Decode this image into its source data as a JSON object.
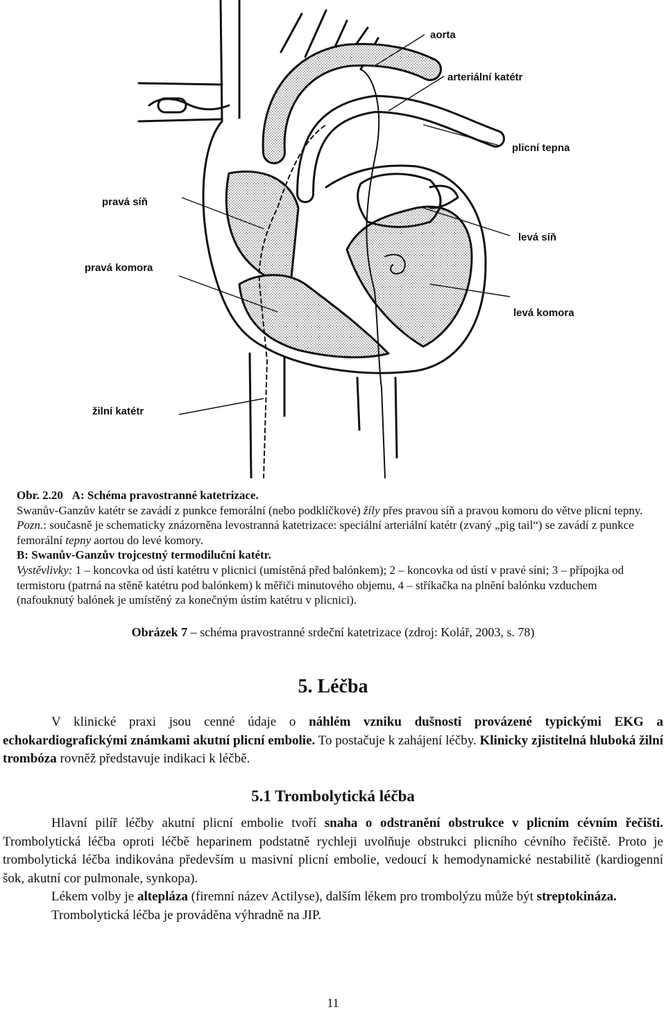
{
  "figure": {
    "labels": {
      "aorta": "aorta",
      "arterial_catheter": "arteriální katétr",
      "pulmonary_artery": "plicní tepna",
      "right_atrium": "pravá síň",
      "left_atrium": "levá síň",
      "right_ventricle": "pravá komora",
      "left_ventricle": "levá komora",
      "venous_catheter": "žilní katétr"
    },
    "caption": {
      "l1_label": "Obr. 2.20",
      "l1_text": "A: Schéma pravostranné katetrizace.",
      "l2a": "Swanův-Ganzův katétr se zavádí z punkce femorální (nebo podklíčkové) ",
      "l2_it": "žíly",
      "l2b": " přes pravou síň a pravou komoru do větve plicní tepny. ",
      "pozn": "Pozn.",
      "l3a": ": současně je schematicky znázorněna levostranná katetrizace: speciální arteriální katétr (zvaný „pig tail“) se zavádí z punkce femorální ",
      "l3_it": "tepny",
      "l3b": " aortou do levé komory.",
      "l4": "B: Swanův-Ganzův trojcestný termodiluční katétr.",
      "l5_it": "Vystěvlivky:",
      "l5": " 1 – koncovka od ústí katétru v plicnici (umístěná před balónkem); 2 – koncovka od ústí v pravé síni; 3 – přípojka od termistoru (patrná na stěně katétru pod balónkem) k měřiči minutového objemu, 4 – stříkačka na plnění balónku vzduchem (nafouknutý balónek je umístěný za konečným ústím katétru v plicnici)."
    }
  },
  "image_caption": {
    "label": "Obrázek 7",
    "text": " – schéma pravostranné srdeční katetrizace (zdroj: Kolář, 2003, s. 78)"
  },
  "section": {
    "title": "5. Léčba",
    "p1a": "V klinické praxi jsou cenné údaje o ",
    "p1b": "náhlém vzniku dušnosti provázené typickými EKG a echokardiografickými známkami akutní plicní embolie.",
    "p1c": " To postačuje k zahájení léčby. ",
    "p1d": "Klinicky zjistitelná hluboká žilní trombóza",
    "p1e": " rovněž představuje indikaci k léčbě."
  },
  "subsection": {
    "title": "5.1 Trombolytická léčba",
    "p1a": "Hlavní pilíř léčby akutní plicní embolie tvoří ",
    "p1b": "snaha o odstranění obstrukce v plicním cévním řečišti.",
    "p1c": " Trombolytická léčba oproti léčbě heparinem podstatně rychleji uvolňuje obstrukci plicního cévního řečiště. Proto je trombolytická léčba indikována především u masivní plicní embolie, vedoucí k hemodynamické nestabilitě (kardiogenní šok, akutní cor pulmonale, synkopa).",
    "p2a": "Lékem volby je ",
    "p2b": "altepláza",
    "p2c": " (firemní název Actilyse), dalším lékem pro trombolýzu může být ",
    "p2d": "streptokináza.",
    "p3": "Trombolytická léčba je prováděna výhradně na JIP."
  },
  "page_number": "11"
}
